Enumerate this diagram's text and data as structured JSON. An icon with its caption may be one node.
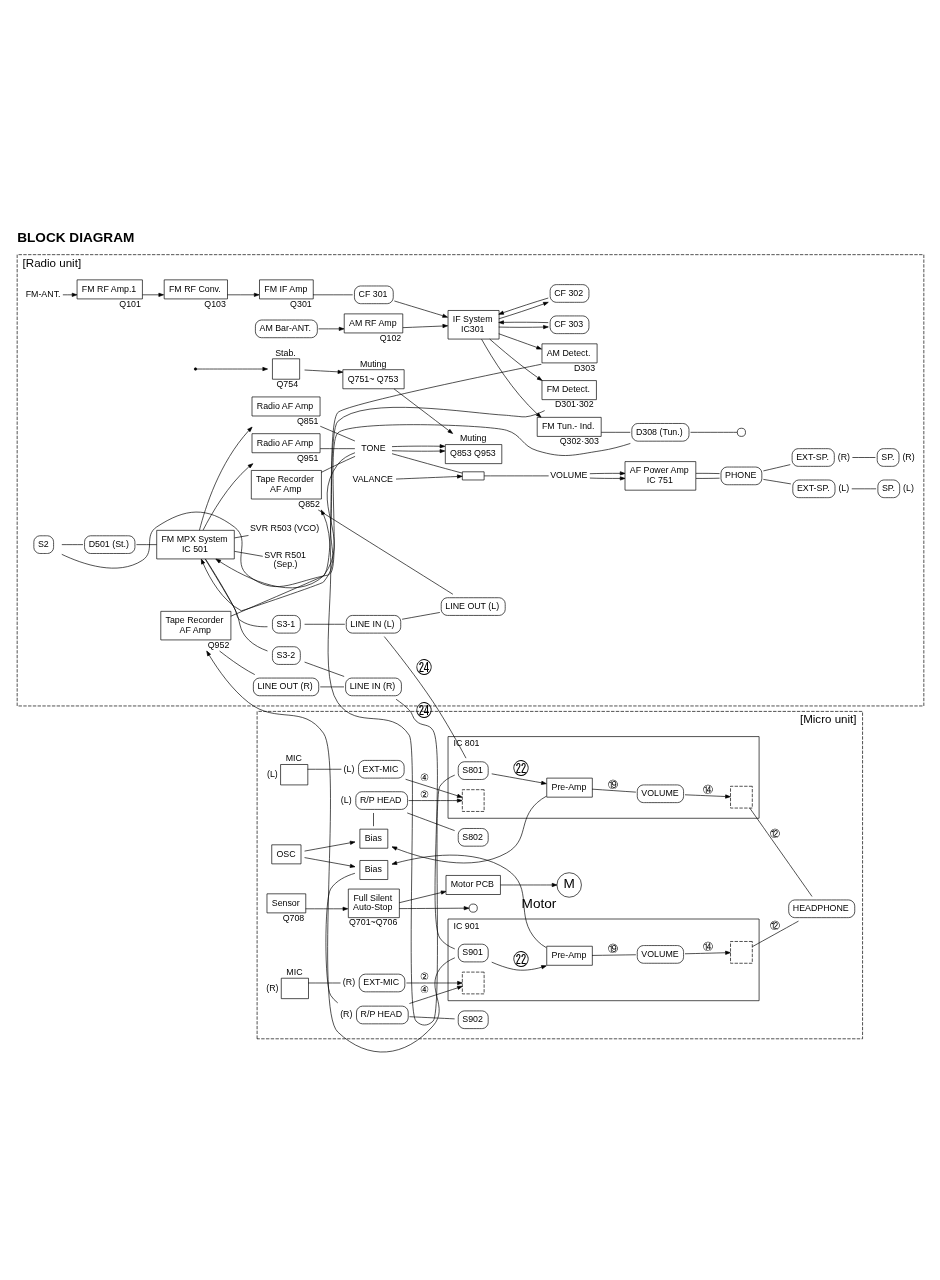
{
  "diagram": {
    "title": "BLOCK DIAGRAM",
    "nodes": [
      {
        "text": [
          "[Radio unit]"
        ]
      },
      {
        "text": [
          "FM-ANT."
        ],
        "in": 0
      },
      {
        "text": [
          "FM RF Amp.1"
        ],
        "beside": [
          "Q101"
        ],
        "in": 0
      },
      {
        "text": [
          "FM RF Conv."
        ],
        "beside": [
          "Q103"
        ],
        "in": 0
      },
      {
        "text": [
          "FM IF Amp"
        ],
        "beside": [
          "Q301"
        ],
        "in": 0
      },
      {
        "text": [
          "CF 301"
        ],
        "in": 0
      },
      {
        "text": [
          "CF 302"
        ],
        "in": 0
      },
      {
        "text": [
          "FM Tun.- Ind."
        ],
        "beside": [
          "Q302·303"
        ],
        "in": 0
      },
      {
        "text": [
          "D308 (Tun.)"
        ],
        "in": 0
      },
      {
        "text": [],
        "shape": "circle",
        "in": 0
      },
      {
        "text": [
          "AM Bar-ANT."
        ],
        "in": 0
      },
      {
        "text": [
          "AM RF Amp"
        ],
        "beside": [
          "Q102"
        ],
        "in": 0
      },
      {
        "text": [
          "IF System",
          "IC301"
        ],
        "in": 0
      },
      {
        "text": [
          "FM Detect."
        ],
        "beside": [
          "D301·302"
        ],
        "in": 0
      },
      {
        "text": [
          "AM Detect."
        ],
        "beside": [
          "D303"
        ],
        "in": 0
      },
      {
        "text": [
          "CF 303"
        ],
        "in": 0
      },
      {
        "text": [
          "D501 (St.)"
        ],
        "in": 0
      },
      {
        "text": [
          "S2"
        ],
        "in": 0
      },
      {
        "text": [
          "S3-1"
        ],
        "in": 0
      },
      {
        "text": [
          "LINE IN (L)"
        ],
        "in": 0
      },
      {
        "text": [
          "PHONE"
        ],
        "in": 0
      },
      {
        "text": [
          "Tape Recorder AF Amp"
        ],
        "beside": [
          "Q852"
        ],
        "in": 0
      },
      {
        "text": [
          "LINE OUT (L)"
        ],
        "in": 0
      },
      {
        "text": [
          "Radio AF Amp"
        ],
        "beside": [
          "Q851"
        ],
        "in": 0
      },
      {
        "text": [
          "EXT-SP."
        ],
        "beside": [
          "(L)"
        ],
        "in": 0
      },
      {
        "text": [
          "Stab."
        ],
        "beside": [
          "Q754"
        ],
        "in": 0
      },
      {
        "text": [
          "Muting",
          "Q751~ Q753"
        ],
        "in": 0
      },
      {
        "text": [
          "Muting",
          "Q853 Q953"
        ],
        "in": 0
      },
      {
        "text": [
          "TONE"
        ],
        "in": 0
      },
      {
        "text": [],
        "shape": "resistor",
        "in": 0
      },
      {
        "text": [
          "VOLUME"
        ],
        "in": 0
      },
      {
        "text": [
          "FM MPX System",
          "IC 501"
        ],
        "in": 0
      },
      {
        "text": [
          "AF Power Amp",
          "IC 751"
        ],
        "in": 0
      },
      {
        "text": [
          "SP."
        ],
        "beside": [
          "(L)"
        ],
        "in": 0
      },
      {
        "text": [
          "SVR R501 (Sep.)"
        ],
        "in": 0
      },
      {
        "text": [
          "SVR R503 (VCO)"
        ],
        "in": 0
      },
      {
        "text": [
          "Radio AF Amp"
        ],
        "beside": [
          "Q951"
        ],
        "in": 0
      },
      {
        "text": [
          "VALANCE"
        ],
        "in": 0
      },
      {
        "text": [
          "EXT-SP."
        ],
        "beside": [
          "(R)"
        ],
        "in": 0
      },
      {
        "text": [
          "Tape Recorder AF Amp"
        ],
        "beside": [
          "Q952"
        ],
        "in": 0
      },
      {
        "text": [
          "LINE OUT (R)"
        ],
        "in": 0
      },
      {
        "text": [
          "S3-2"
        ],
        "in": 0
      },
      {
        "text": [
          "LINE IN (R)"
        ],
        "in": 0
      },
      {
        "text": [
          "SP."
        ],
        "beside": [
          "(R)"
        ],
        "in": 0
      },
      {
        "text": [
          "[Micro unit]"
        ]
      },
      {
        "text": [
          "MIC"
        ],
        "beside": [
          "(L)"
        ],
        "in": 44
      },
      {
        "text": [
          "EXT-MIC"
        ],
        "beside": [
          "(L)"
        ],
        "in": 44
      },
      {
        "text": [
          "HEADPHONE"
        ],
        "in": 44
      },
      {
        "text": [
          "IC 801"
        ],
        "in": 44
      },
      {
        "text": [],
        "shape": "box",
        "in": 48
      },
      {
        "text": [
          "S801"
        ],
        "in": 48
      },
      {
        "text": [
          "Pre-Amp"
        ],
        "in": 48
      },
      {
        "text": [
          "VOLUME"
        ],
        "in": 48
      },
      {
        "text": [],
        "shape": "box",
        "in": 48
      },
      {
        "text": [
          "R/P HEAD"
        ],
        "beside": [
          "(L)"
        ],
        "in": 44
      },
      {
        "text": [
          "S802"
        ],
        "in": 44
      },
      {
        "text": [
          "Bias"
        ],
        "in": 44
      },
      {
        "text": [
          "OSC"
        ],
        "in": 44
      },
      {
        "text": [
          "Sensor"
        ],
        "beside": [
          "Q708"
        ],
        "in": 44
      },
      {
        "text": [
          "Full Silent Auto-Stop"
        ],
        "beside": [
          "Q701~Q706"
        ],
        "in": 44
      },
      {
        "text": [],
        "shape": "circle",
        "in": 44
      },
      {
        "text": [
          "R/P HEAD"
        ],
        "beside": [
          "(R)"
        ],
        "in": 44
      },
      {
        "text": [
          "S902"
        ],
        "in": 44
      },
      {
        "text": [
          "Bias"
        ],
        "in": 44
      },
      {
        "text": [
          "IC 901"
        ],
        "in": 44
      },
      {
        "text": [],
        "shape": "box",
        "in": 64
      },
      {
        "text": [
          "S901"
        ],
        "in": 64
      },
      {
        "text": [
          "Pre-Amp"
        ],
        "in": 64
      },
      {
        "text": [
          "VOLUME"
        ],
        "in": 64
      },
      {
        "text": [],
        "shape": "box",
        "in": 64
      },
      {
        "text": [
          "Motor PCB"
        ],
        "in": 44
      },
      {
        "text": [
          "M"
        ],
        "beside": [
          "Motor"
        ],
        "in": 44
      },
      {
        "text": [
          "EXT-MIC"
        ],
        "beside": [
          "(R)"
        ],
        "in": 44
      },
      {
        "text": [
          "MIC"
        ],
        "beside": [
          "(R)"
        ],
        "in": 44
      }
    ],
    "edges": [
      {
        "from": 1,
        "to": 2,
        "arrow": "to"
      },
      {
        "from": 2,
        "to": 3,
        "arrow": "to"
      },
      {
        "from": 3,
        "to": 4,
        "arrow": "to"
      },
      {
        "from": 4,
        "to": 5,
        "arrow": "none"
      },
      {
        "from": 5,
        "to": 12,
        "arrow": "to"
      },
      {
        "from": 10,
        "to": 11,
        "arrow": "to"
      },
      {
        "from": 11,
        "to": 12,
        "arrow": "to"
      },
      {
        "from": 12,
        "to": 6,
        "arrow": "to"
      },
      {
        "from": 6,
        "to": 12,
        "arrow": "to"
      },
      {
        "from": 12,
        "to": 15,
        "arrow": "to"
      },
      {
        "from": 15,
        "to": 12,
        "arrow": "to"
      },
      {
        "from": 12,
        "to": 7,
        "arrow": "to"
      },
      {
        "from": 12,
        "to": 13,
        "arrow": "to"
      },
      {
        "from": 12,
        "to": 14,
        "arrow": "to"
      },
      {
        "from": 7,
        "to": 8,
        "arrow": "none"
      },
      {
        "from": 8,
        "to": 9,
        "arrow": "none"
      },
      {
        "from": 13,
        "to": 31,
        "arrow": "to"
      },
      {
        "from": 14,
        "to": 31,
        "arrow": "to"
      },
      {
        "from": 8,
        "to": 17,
        "arrow": "none"
      },
      {
        "from": 17,
        "to": 16,
        "arrow": "none"
      },
      {
        "from": 16,
        "to": 31,
        "arrow": "none"
      },
      {
        "from": 31,
        "to": 34,
        "arrow": "none"
      },
      {
        "from": 31,
        "to": 35,
        "arrow": "none"
      },
      {
        "from": 31,
        "to": 18,
        "arrow": "none"
      },
      {
        "from": 31,
        "to": 23,
        "arrow": "to"
      },
      {
        "from": 31,
        "to": 36,
        "arrow": "to"
      },
      {
        "from": 31,
        "to": 41,
        "arrow": "none"
      },
      {
        "from": 18,
        "to": 19,
        "arrow": "none"
      },
      {
        "from": 19,
        "to": 22,
        "arrow": "none"
      },
      {
        "from": 21,
        "to": 22,
        "arrow": "none"
      },
      {
        "from": 21,
        "to": 28,
        "arrow": "none"
      },
      {
        "from": 23,
        "to": 28,
        "arrow": "none"
      },
      {
        "from": null,
        "to": 25,
        "arrow": "to"
      },
      {
        "from": 25,
        "to": 26,
        "arrow": "to"
      },
      {
        "from": 26,
        "to": 27,
        "arrow": "to"
      },
      {
        "from": 28,
        "to": 27,
        "arrow": "to"
      },
      {
        "from": 28,
        "to": 27,
        "arrow": "to"
      },
      {
        "from": 28,
        "to": 29,
        "arrow": "none"
      },
      {
        "from": 29,
        "to": 30,
        "arrow": "none"
      },
      {
        "from": 37,
        "to": 29,
        "arrow": "to"
      },
      {
        "from": 30,
        "to": 32,
        "arrow": "to"
      },
      {
        "from": 30,
        "to": 32,
        "arrow": "to"
      },
      {
        "from": 32,
        "to": 20,
        "arrow": "none"
      },
      {
        "from": 32,
        "to": 20,
        "arrow": "none"
      },
      {
        "from": 20,
        "to": 24,
        "arrow": "none"
      },
      {
        "from": 20,
        "to": 38,
        "arrow": "none"
      },
      {
        "from": 24,
        "to": 33,
        "arrow": "none"
      },
      {
        "from": 38,
        "to": 43,
        "arrow": "none"
      },
      {
        "from": 36,
        "to": 28,
        "arrow": "none"
      },
      {
        "from": 39,
        "to": 28,
        "arrow": "none"
      },
      {
        "from": 39,
        "to": 40,
        "arrow": "none"
      },
      {
        "from": 40,
        "to": 42,
        "arrow": "none"
      },
      {
        "from": 41,
        "to": 42,
        "arrow": "none"
      },
      {
        "from": 45,
        "to": 46,
        "arrow": "none"
      },
      {
        "from": 46,
        "to": 49,
        "arrow": "to",
        "label": "④"
      },
      {
        "from": 54,
        "to": 49,
        "arrow": "to",
        "label": "②"
      },
      {
        "from": 54,
        "to": 55,
        "arrow": "none"
      },
      {
        "from": 19,
        "to": 50,
        "arrow": "none",
        "label": "㉔"
      },
      {
        "from": 50,
        "to": 51,
        "arrow": "to",
        "label": "㉒"
      },
      {
        "from": 50,
        "to": 21,
        "arrow": "to"
      },
      {
        "from": 51,
        "to": 52,
        "arrow": "none",
        "label": "⑲"
      },
      {
        "from": 52,
        "to": 53,
        "arrow": "to",
        "label": "⑭"
      },
      {
        "from": 53,
        "to": 47,
        "arrow": "none",
        "label": "⑫"
      },
      {
        "from": 51,
        "to": 56,
        "arrow": "to"
      },
      {
        "from": 56,
        "to": 54,
        "arrow": "none"
      },
      {
        "from": 57,
        "to": 56,
        "arrow": "to"
      },
      {
        "from": 57,
        "to": 63,
        "arrow": "to"
      },
      {
        "from": 67,
        "to": 63,
        "arrow": "to"
      },
      {
        "from": 63,
        "to": 61,
        "arrow": "none"
      },
      {
        "from": 61,
        "to": 62,
        "arrow": "none"
      },
      {
        "from": 61,
        "to": 65,
        "arrow": "to",
        "label": "④"
      },
      {
        "from": 72,
        "to": 65,
        "arrow": "to",
        "label": "②"
      },
      {
        "from": 73,
        "to": 72,
        "arrow": "none"
      },
      {
        "from": 42,
        "to": 66,
        "arrow": "none",
        "label": "㉔"
      },
      {
        "from": 66,
        "to": 67,
        "arrow": "to",
        "label": "㉒"
      },
      {
        "from": 66,
        "to": 39,
        "arrow": "to"
      },
      {
        "from": 67,
        "to": 68,
        "arrow": "none",
        "label": "⑲"
      },
      {
        "from": 68,
        "to": 69,
        "arrow": "to",
        "label": "⑭"
      },
      {
        "from": 69,
        "to": 47,
        "arrow": "none",
        "label": "⑫"
      },
      {
        "from": 58,
        "to": 59,
        "arrow": "to"
      },
      {
        "from": 59,
        "to": 60,
        "arrow": "to"
      },
      {
        "from": 59,
        "to": 70,
        "arrow": "to"
      },
      {
        "from": 70,
        "to": 71,
        "arrow": "to"
      }
    ]
  }
}
